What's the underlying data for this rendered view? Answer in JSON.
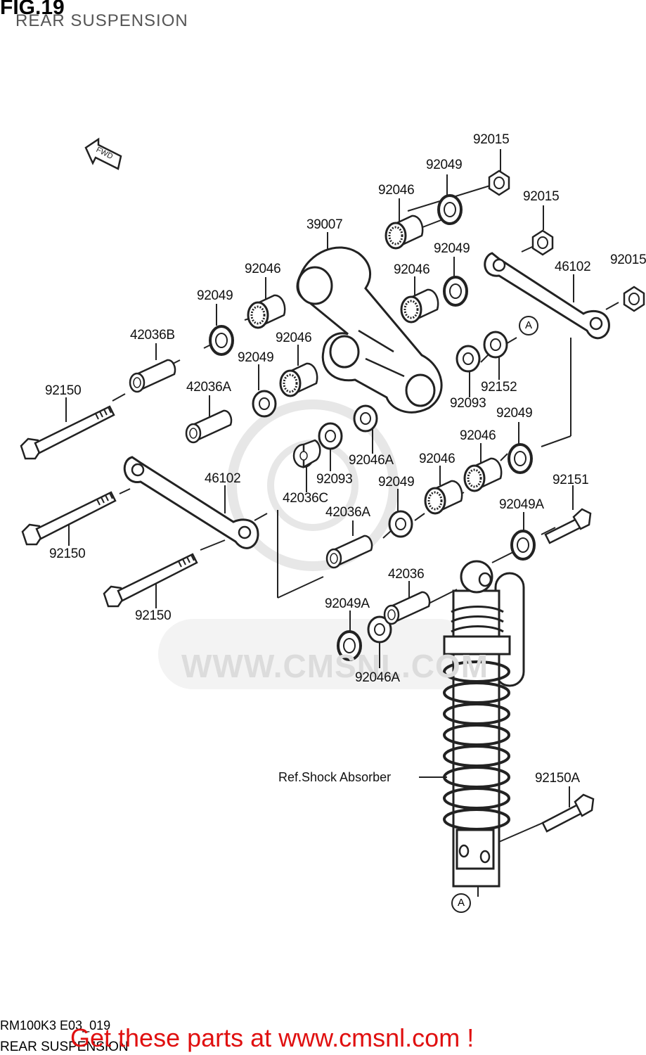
{
  "header": {
    "fig_title": "FIG.19",
    "subtitle": "REAR SUSPENSION"
  },
  "fwd_label": "FWD",
  "watermark": "WWW.CMSNL.COM",
  "labels": {
    "p92015_top": "92015",
    "p92049_top": "92049",
    "p92015_right": "92015",
    "p92046_top": "92046",
    "p39007": "39007",
    "p92049_mid": "92049",
    "p92046_left": "92046",
    "p92046_mid": "92046",
    "p46102_right": "46102",
    "p92015_edge": "92015",
    "p92049_left": "92049",
    "p42036B": "42036B",
    "p92046_lower": "92046",
    "p92049_lower": "92049",
    "p92152": "92152",
    "p92093_right": "92093",
    "p92150_top": "92150",
    "p42036A_top": "42036A",
    "p92049_r2": "92049",
    "p92046_r2": "92046",
    "p92046A_mid": "92046A",
    "p46102_left": "46102",
    "p92093_mid": "92093",
    "p92046_r3": "92046",
    "p92151": "92151",
    "p92049_r3": "92049",
    "p42036C": "42036C",
    "p92049A_right": "92049A",
    "p42036A_mid": "42036A",
    "p92150_mid": "92150",
    "p42036": "42036",
    "p92150_bottom": "92150",
    "p92049A_low": "92049A",
    "p92046A_low": "92046A",
    "p92150A": "92150A"
  },
  "ref_shock": "Ref.Shock Absorber",
  "ref_a": "A",
  "footer": {
    "code": "RM100K3 E03_019",
    "name": "REAR SUSPENSION",
    "promo": "Get these parts at www.cmsnl.com !"
  }
}
